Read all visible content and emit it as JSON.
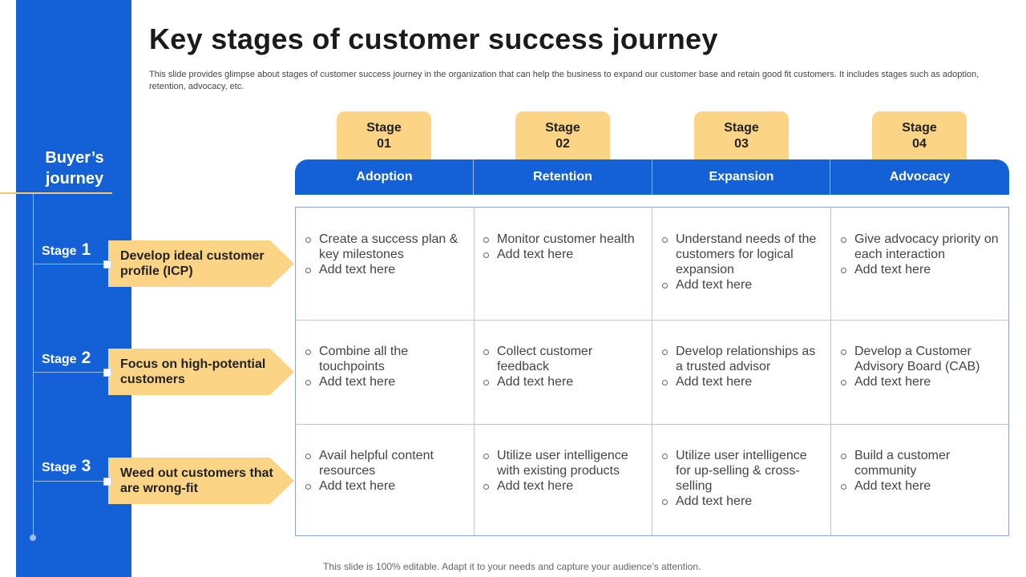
{
  "title": "Key stages of customer success journey",
  "subtitle": "This slide provides glimpse about stages of customer success journey in the organization that can help the business to expand our customer base and retain good fit customers. It includes stages such as adoption, retention, advocacy, etc.",
  "sidebar": {
    "heading_line1": "Buyer’s",
    "heading_line2": "journey",
    "stages": [
      {
        "label": "Stage",
        "num": "1",
        "text": "Develop ideal customer profile (ICP)"
      },
      {
        "label": "Stage",
        "num": "2",
        "text": "Focus on high-potential customers"
      },
      {
        "label": "Stage",
        "num": "3",
        "text": "Weed out customers that are wrong-fit"
      }
    ]
  },
  "tabs": [
    {
      "line1": "Stage",
      "line2": "01"
    },
    {
      "line1": "Stage",
      "line2": "02"
    },
    {
      "line1": "Stage",
      "line2": "03"
    },
    {
      "line1": "Stage",
      "line2": "04"
    }
  ],
  "columns": [
    "Adoption",
    "Retention",
    "Expansion",
    "Advocacy"
  ],
  "rows": [
    [
      [
        "Create a success plan & key milestones",
        "Add text here"
      ],
      [
        "Monitor customer health",
        "Add text here"
      ],
      [
        "Understand needs of the customers for logical expansion",
        "Add text here"
      ],
      [
        "Give advocacy priority on each interaction",
        "Add text here"
      ]
    ],
    [
      [
        "Combine all the touchpoints",
        "Add text here"
      ],
      [
        "Collect customer feedback",
        "Add text here"
      ],
      [
        "Develop relationships as a trusted advisor",
        "Add text here"
      ],
      [
        "Develop a Customer Advisory Board (CAB)",
        "Add text here"
      ]
    ],
    [
      [
        "Avail helpful content resources",
        "Add text here"
      ],
      [
        "Utilize user intelligence with existing products",
        "Add text here"
      ],
      [
        "Utilize user intelligence for up-selling & cross-selling",
        "Add text here"
      ],
      [
        "Build a customer community",
        "Add text here"
      ]
    ]
  ],
  "footer": "This slide is 100% editable. Adapt it to your needs and capture your audience’s attention.",
  "colors": {
    "primary_blue": "#1460d6",
    "accent_yellow": "#fbd585"
  }
}
